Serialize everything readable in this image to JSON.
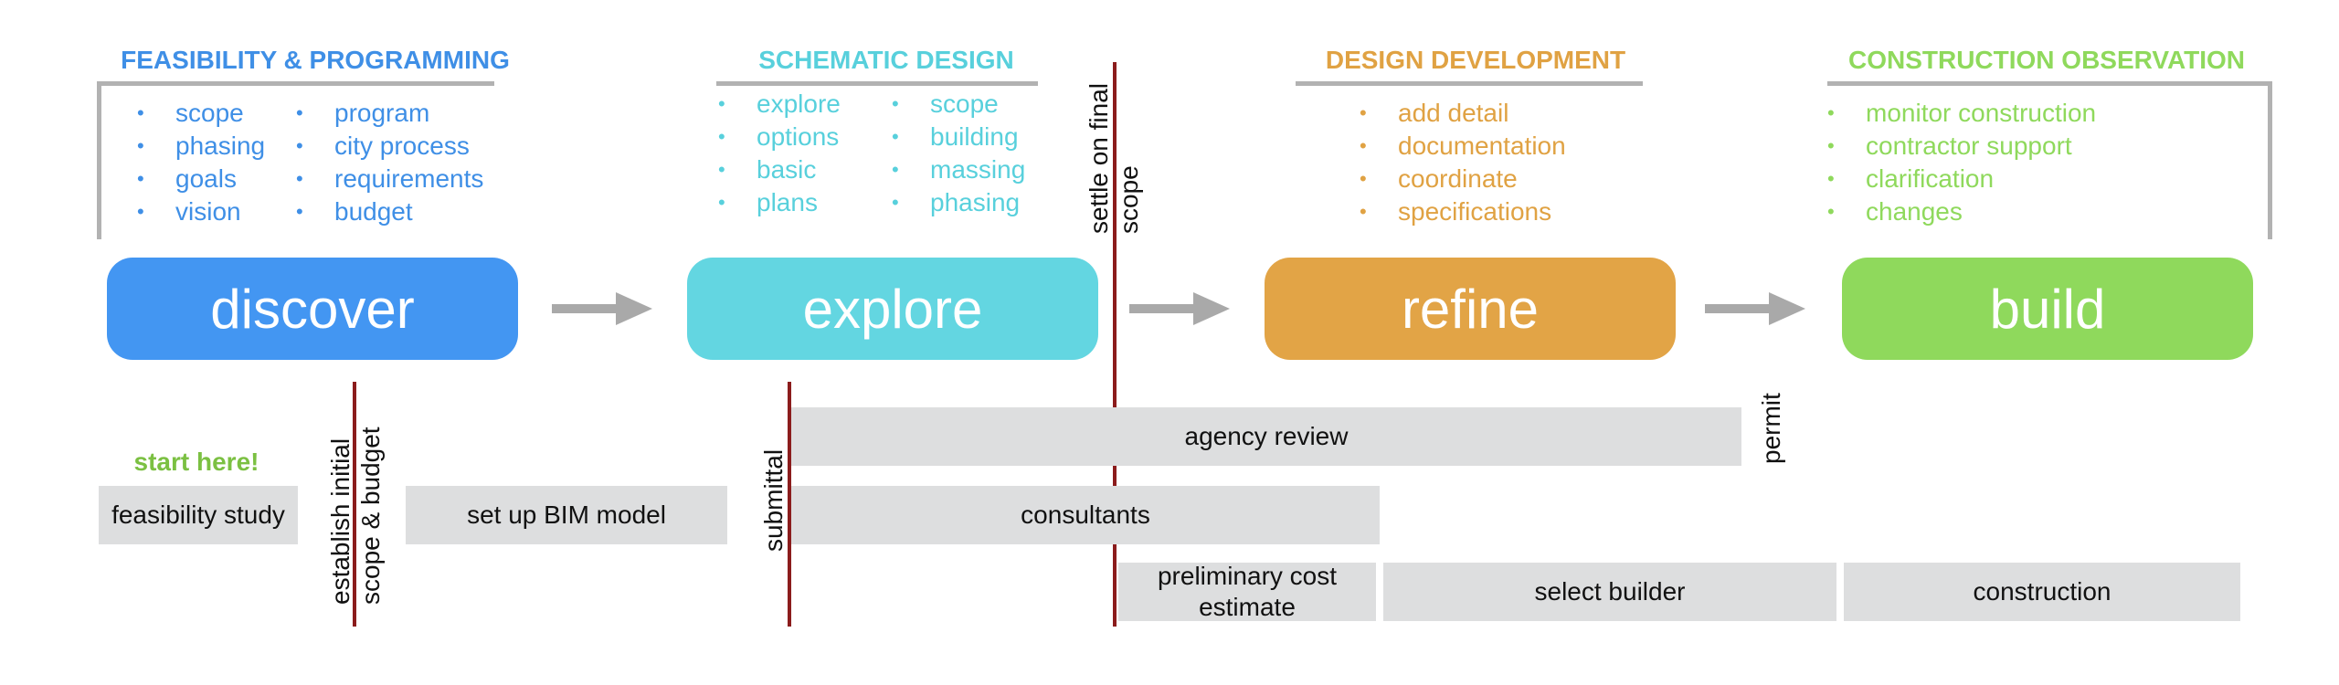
{
  "phases": [
    {
      "title": "FEASIBILITY & PROGRAMMING",
      "color": "#3f8fe6",
      "pill_label": "discover",
      "pill_color": "#4396f2",
      "col1": [
        "scope",
        "phasing",
        "goals",
        "vision"
      ],
      "col2": [
        "program",
        "city process",
        "requirements",
        "budget"
      ]
    },
    {
      "title": "SCHEMATIC DESIGN",
      "color": "#58d0dc",
      "pill_label": "explore",
      "pill_color": "#63d6e1",
      "col1": [
        "explore",
        "options",
        "basic",
        "plans"
      ],
      "col2": [
        "scope",
        "building",
        "massing",
        "phasing"
      ]
    },
    {
      "title": "DESIGN DEVELOPMENT",
      "color": "#e0a243",
      "pill_label": "refine",
      "pill_color": "#e2a446",
      "col1": [
        "add detail",
        "documentation",
        "coordinate",
        "specifications"
      ]
    },
    {
      "title": "CONSTRUCTION OBSERVATION",
      "color": "#8fd95c",
      "pill_label": "build",
      "pill_color": "#8fd95c",
      "col1": [
        "monitor construction",
        "contractor support",
        "clarification",
        "changes"
      ]
    }
  ],
  "start_label": "start here!",
  "start_color": "#7bc042",
  "milestones": {
    "scope_budget": "establish initial\nscope & budget",
    "submittal": "submittal",
    "final_scope": "settle on final\nscope",
    "permit": "permit"
  },
  "bars": {
    "feasibility": "feasibility study",
    "bim": "set up BIM model",
    "agency": "agency review",
    "consultants": "consultants",
    "cost": "preliminary cost\nestimate",
    "builder": "select builder",
    "construction": "construction"
  },
  "colors": {
    "milestone_line": "#8b1c1c",
    "arrow": "#a9a9a9",
    "bar": "#dddedf",
    "bracket": "#b2b2b2"
  }
}
